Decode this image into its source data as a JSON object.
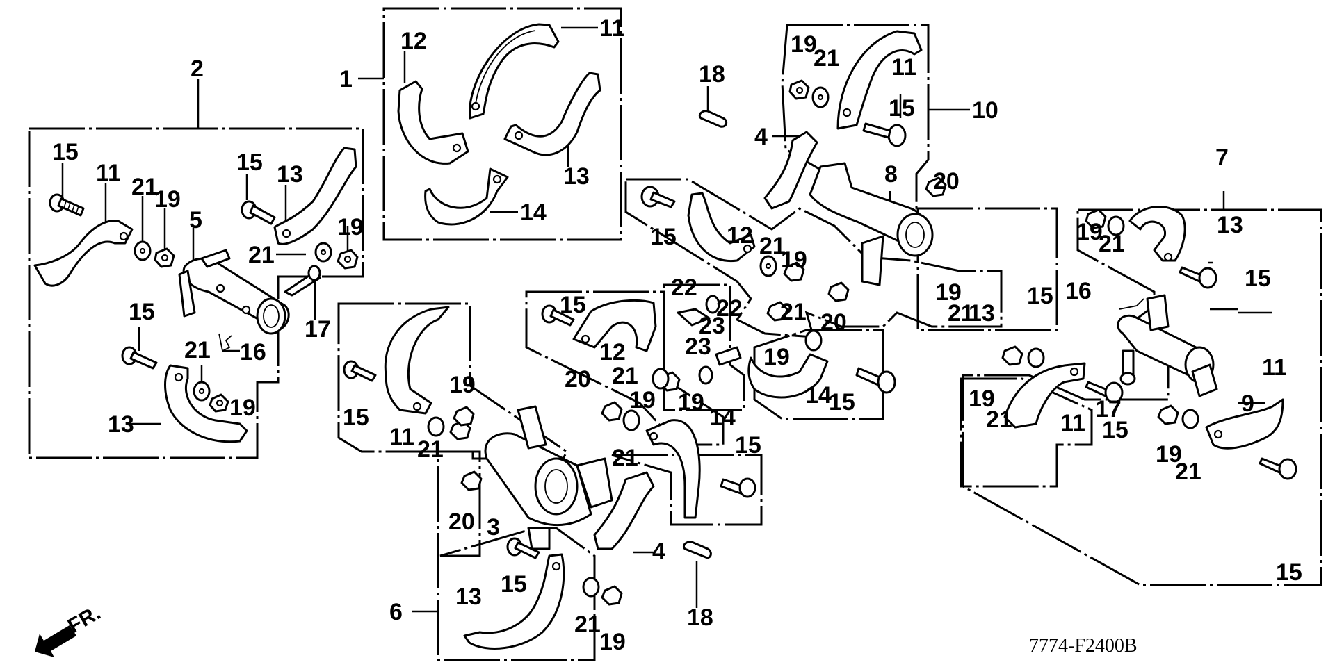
{
  "diagram": {
    "title": "Tine assembly exploded parts diagram",
    "code": "7774-F2400B",
    "direction_label": "FR.",
    "colors": {
      "ink": "#000000",
      "paper": "#ffffff"
    }
  },
  "callouts": [
    {
      "id": "c1",
      "n": "1"
    },
    {
      "id": "c2",
      "n": "2"
    },
    {
      "id": "c3",
      "n": "3"
    },
    {
      "id": "c4a",
      "n": "4"
    },
    {
      "id": "c4b",
      "n": "4"
    },
    {
      "id": "c5",
      "n": "5"
    },
    {
      "id": "c6",
      "n": "6"
    },
    {
      "id": "c7",
      "n": "7"
    },
    {
      "id": "c8",
      "n": "8"
    },
    {
      "id": "c9",
      "n": "9"
    },
    {
      "id": "c10",
      "n": "10"
    },
    {
      "id": "g1_11",
      "n": "11"
    },
    {
      "id": "g1_12",
      "n": "12"
    },
    {
      "id": "g1_13",
      "n": "13"
    },
    {
      "id": "g1_14",
      "n": "14"
    },
    {
      "id": "g2_15a",
      "n": "15"
    },
    {
      "id": "g2_11",
      "n": "11"
    },
    {
      "id": "g2_21a",
      "n": "21"
    },
    {
      "id": "g2_19a",
      "n": "19"
    },
    {
      "id": "g2_15b",
      "n": "15"
    },
    {
      "id": "g2_13a",
      "n": "13"
    },
    {
      "id": "g2_21b",
      "n": "21"
    },
    {
      "id": "g2_19b",
      "n": "19"
    },
    {
      "id": "g2_17",
      "n": "17"
    },
    {
      "id": "g2_15c",
      "n": "15"
    },
    {
      "id": "g2_21c",
      "n": "21"
    },
    {
      "id": "g2_16",
      "n": "16"
    },
    {
      "id": "g2_19c",
      "n": "19"
    },
    {
      "id": "g2_13b",
      "n": "13"
    },
    {
      "id": "c18a",
      "n": "18"
    },
    {
      "id": "c18b",
      "n": "18"
    },
    {
      "id": "g10_19",
      "n": "19"
    },
    {
      "id": "g10_21",
      "n": "21"
    },
    {
      "id": "g10_11",
      "n": "11"
    },
    {
      "id": "g10_15",
      "n": "15"
    },
    {
      "id": "g10_20",
      "n": "20"
    },
    {
      "id": "m_15",
      "n": "15"
    },
    {
      "id": "m_12",
      "n": "12"
    },
    {
      "id": "m_21",
      "n": "21"
    },
    {
      "id": "m_19",
      "n": "19"
    },
    {
      "id": "m_19b",
      "n": "19"
    },
    {
      "id": "m_21b",
      "n": "21"
    },
    {
      "id": "m_13",
      "n": "13"
    },
    {
      "id": "m_15b",
      "n": "15"
    },
    {
      "id": "m_20",
      "n": "20"
    },
    {
      "id": "m_21c",
      "n": "21"
    },
    {
      "id": "m_19c",
      "n": "19"
    },
    {
      "id": "m_14",
      "n": "14"
    },
    {
      "id": "m_15c",
      "n": "15"
    },
    {
      "id": "k_22a",
      "n": "22"
    },
    {
      "id": "k_23a",
      "n": "23"
    },
    {
      "id": "k_22b",
      "n": "22"
    },
    {
      "id": "k_23b",
      "n": "23"
    },
    {
      "id": "h_15",
      "n": "15"
    },
    {
      "id": "h_12",
      "n": "12"
    },
    {
      "id": "h_21",
      "n": "21"
    },
    {
      "id": "h_19",
      "n": "19"
    },
    {
      "id": "h_20",
      "n": "20"
    },
    {
      "id": "h_19b",
      "n": "19"
    },
    {
      "id": "h_14",
      "n": "14"
    },
    {
      "id": "h_15b",
      "n": "15"
    },
    {
      "id": "h_21b",
      "n": "21"
    },
    {
      "id": "l_15",
      "n": "15"
    },
    {
      "id": "l_11",
      "n": "11"
    },
    {
      "id": "l_21",
      "n": "21"
    },
    {
      "id": "l_19",
      "n": "19"
    },
    {
      "id": "b_20",
      "n": "20"
    },
    {
      "id": "b_15",
      "n": "15"
    },
    {
      "id": "b_13",
      "n": "13"
    },
    {
      "id": "b_21",
      "n": "21"
    },
    {
      "id": "b_19",
      "n": "19"
    },
    {
      "id": "r_19a",
      "n": "19"
    },
    {
      "id": "r_21a",
      "n": "21"
    },
    {
      "id": "r_13",
      "n": "13"
    },
    {
      "id": "r_15a",
      "n": "15"
    },
    {
      "id": "r_16",
      "n": "16"
    },
    {
      "id": "r_17",
      "n": "17"
    },
    {
      "id": "r_19b",
      "n": "19"
    },
    {
      "id": "r_21b",
      "n": "21"
    },
    {
      "id": "r_11a",
      "n": "11"
    },
    {
      "id": "r_15b",
      "n": "15"
    },
    {
      "id": "r_19c",
      "n": "19"
    },
    {
      "id": "r_21c",
      "n": "21"
    },
    {
      "id": "r_11b",
      "n": "11"
    },
    {
      "id": "r_15c",
      "n": "15"
    }
  ]
}
